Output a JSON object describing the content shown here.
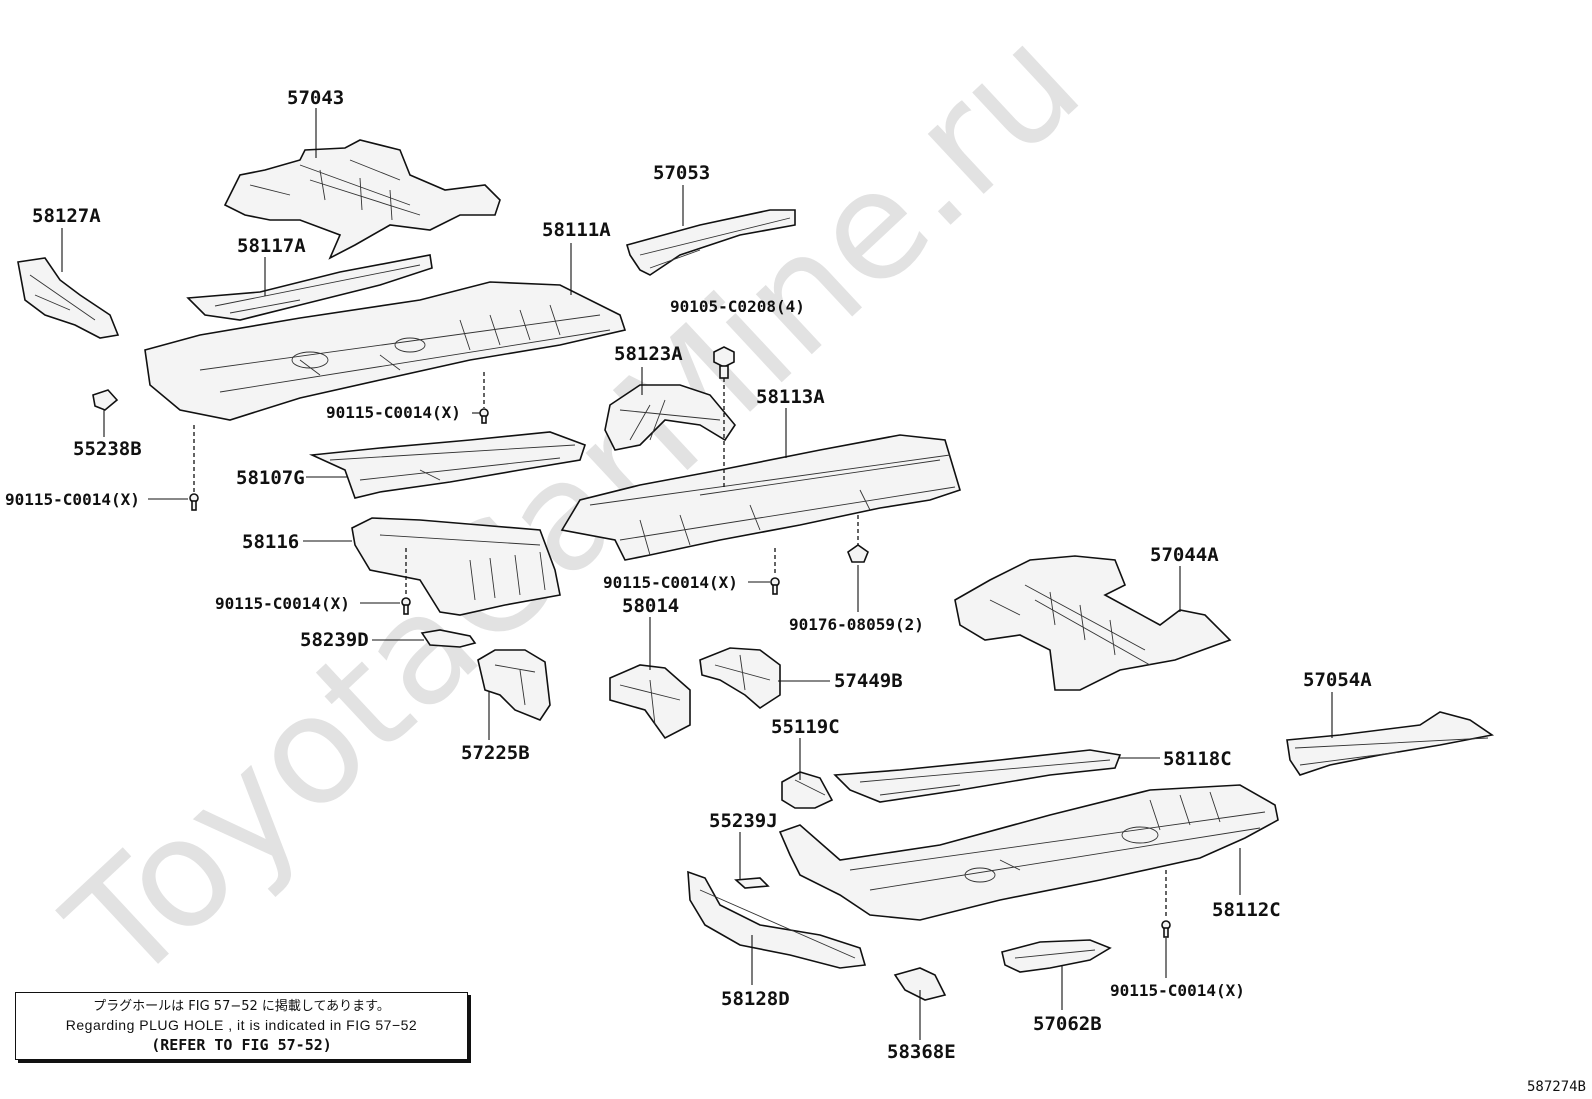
{
  "watermark": "ToyotaCarMine.ru",
  "labels": {
    "p57043": "57043",
    "p57053": "57053",
    "p58127A": "58127A",
    "p58117A": "58117A",
    "p58111A": "58111A",
    "p90105": "90105-C0208(4)",
    "p58123A": "58123A",
    "p55238B": "55238B",
    "p90115_a": "90115-C0014(X)",
    "p58113A": "58113A",
    "p58107G": "58107G",
    "p90115_b": "90115-C0014(X)",
    "p58116": "58116",
    "p90115_c": "90115-C0014(X)",
    "p90176": "90176-08059(2)",
    "p90115_d": "90115-C0014(X)",
    "p58014": "58014",
    "p57044A": "57044A",
    "p58239D": "58239D",
    "p57449B": "57449B",
    "p57225B": "57225B",
    "p55119C": "55119C",
    "p57054A": "57054A",
    "p58118C": "58118C",
    "p55239J": "55239J",
    "p58112C": "58112C",
    "p58128D": "58128D",
    "p90115_e": "90115-C0014(X)",
    "p57062B": "57062B",
    "p58368E": "58368E"
  },
  "note": {
    "japanese": "プラグホールは FIG 57−52 に掲載してあります。",
    "english": "Regarding  PLUG  HOLE , it is indicated in FIG  57−52",
    "refer": "(REFER TO FIG 57-52)"
  },
  "figure_code": "587274B"
}
